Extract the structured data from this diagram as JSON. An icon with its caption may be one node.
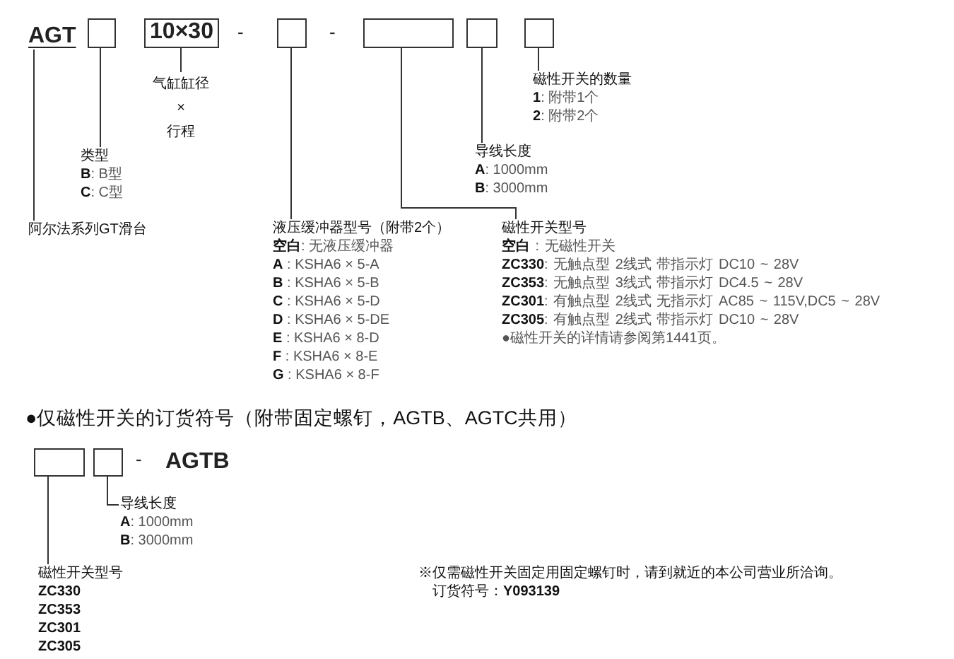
{
  "diagram": {
    "nodes": [
      {
        "text": [
          "AGT"
        ]
      },
      {
        "text": [],
        "shape": "box"
      },
      {
        "text": [
          "10×30"
        ]
      },
      {
        "text": [],
        "shape": "box"
      },
      {
        "text": [],
        "shape": "box"
      },
      {
        "text": [],
        "shape": "box"
      },
      {
        "text": [],
        "shape": "box"
      },
      {
        "text": [
          "阿尔法系列GT滑台"
        ]
      },
      {
        "text": [
          "类型",
          "**B**: B型",
          "**C**: C型"
        ]
      },
      {
        "text": [
          "气缸缸径",
          "×",
          "行程"
        ]
      },
      {
        "text": [
          "液压缓冲器型号（附带2个）",
          "**空白**: 无液压缓冲器",
          "**A** : KSHA6 × 5-A",
          "**B** : KSHA6 × 5-B",
          "**C** : KSHA6 × 5-D",
          "**D** : KSHA6 × 5-DE",
          "**E** : KSHA6 × 8-D",
          "**F** : KSHA6 × 8-E",
          "**G** : KSHA6 × 8-F"
        ]
      },
      {
        "text": [
          "磁性开关型号",
          "**空白** : 无磁性开关",
          "**ZC330**: 无触点型 2线式 带指示灯 DC10 ~ 28V",
          "**ZC353**: 无触点型 3线式 带指示灯 DC4.5 ~ 28V",
          "**ZC301**: 有触点型 2线式 无指示灯 AC85 ~ 115V,DC5 ~ 28V",
          "**ZC305**: 有触点型 2线式 带指示灯 DC10 ~ 28V",
          "●磁性开关的详情请参阅第1441页。"
        ]
      },
      {
        "text": [
          "导线长度",
          "**A**: 1000mm",
          "**B**: 3000mm"
        ]
      },
      {
        "text": [
          "磁性开关的数量",
          "**1**: 附带1个",
          "**2**: 附带2个"
        ]
      },
      {
        "text": [],
        "shape": "box"
      },
      {
        "text": [],
        "shape": "box"
      },
      {
        "text": [
          "磁性开关型号",
          "ZC330",
          "ZC353",
          "ZC301",
          "ZC305"
        ]
      },
      {
        "text": [
          "导线长度",
          "**A**: 1000mm",
          "**B**: 3000mm"
        ]
      }
    ],
    "edges": [
      {
        "from": 0,
        "to": 7,
        "arrow": "none"
      },
      {
        "from": 1,
        "to": 8,
        "arrow": "none"
      },
      {
        "from": 2,
        "to": 9,
        "arrow": "none"
      },
      {
        "from": 3,
        "to": 10,
        "arrow": "none"
      },
      {
        "from": 4,
        "to": 11,
        "arrow": "none"
      },
      {
        "from": 5,
        "to": 12,
        "arrow": "none"
      },
      {
        "from": 6,
        "to": 13,
        "arrow": "none"
      },
      {
        "from": 14,
        "to": 16,
        "arrow": "none"
      },
      {
        "from": 15,
        "to": 17,
        "arrow": "none"
      }
    ],
    "labels": [
      "-",
      "-",
      "●仅磁性开关的订货符号（附带固定螺钉，AGTB、AGTC共用）",
      "-",
      "AGTB",
      "※仅需磁性开关固定用固定螺钉时，请到就近的本公司营业所洽询。",
      "订货符号：**Y093139**"
    ]
  }
}
